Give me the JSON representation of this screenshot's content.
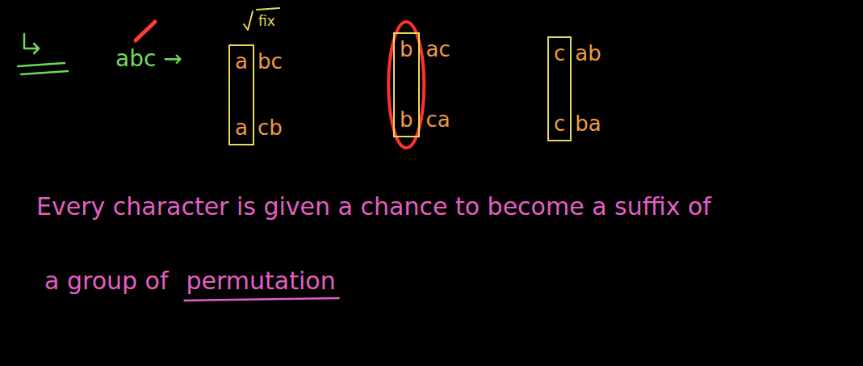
{
  "diagram": {
    "nodes": [
      {
        "text": [
          "a",
          "a"
        ]
      },
      {
        "text": [
          "b",
          "b"
        ]
      },
      {
        "text": [
          "c",
          "c"
        ]
      }
    ],
    "labels": [
      "abc →",
      "fix",
      "bc",
      "cb",
      "ac",
      "ca",
      "ab",
      "ba",
      "Every character is given a chance to become a suffix of",
      "a group of",
      "permutation"
    ]
  }
}
